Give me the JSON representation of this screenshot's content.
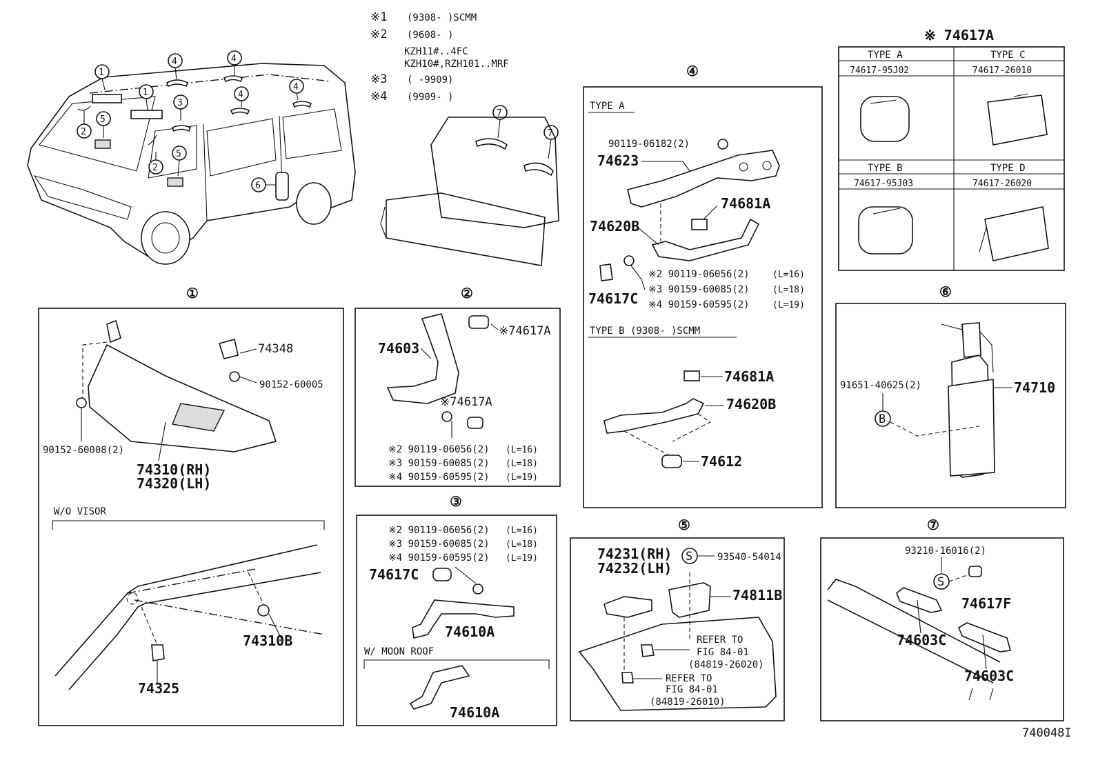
{
  "notes": {
    "n1_mark": "※1",
    "n1_text": "(9308-    )SCMM",
    "n2_mark": "※2",
    "n2_text": "(9608-    )",
    "n2_line2": "KZH11#..4FC",
    "n2_line3": "KZH10#,RZH101..MRF",
    "n3_mark": "※3",
    "n3_text": "(    -9909)",
    "n4_mark": "※4",
    "n4_text": "(9909-    )"
  },
  "overview": {
    "callouts": [
      "1",
      "1",
      "2",
      "2",
      "3",
      "4",
      "4",
      "4",
      "4",
      "5",
      "5",
      "6",
      "7",
      "7"
    ]
  },
  "section1": {
    "number": "①",
    "p74348": "74348",
    "p9015260005": "90152-60005",
    "p9015260008": "90152-60008(2)",
    "p74310": "74310(RH)",
    "p74320": "74320(LH)",
    "wo_visor": "W/O VISOR",
    "p74310B": "74310B",
    "p74325": "74325"
  },
  "section2": {
    "number": "②",
    "p74603": "74603",
    "ref_a": "※74617A",
    "ref_b": "※74617A",
    "bolt1": "※2 90119-06056(2)",
    "bolt1_len": "(L=16)",
    "bolt2": "※3 90159-60085(2)",
    "bolt2_len": "(L=18)",
    "bolt3": "※4 90159-60595(2)",
    "bolt3_len": "(L=19)"
  },
  "section3": {
    "number": "③",
    "bolt1": "※2 90119-06056(2)",
    "bolt1_len": "(L=16)",
    "bolt2": "※3 90159-60085(2)",
    "bolt2_len": "(L=18)",
    "bolt3": "※4 90159-60595(2)",
    "bolt3_len": "(L=19)",
    "p74617C": "74617C",
    "p74610A": "74610A",
    "moon_roof": "W/ MOON ROOF",
    "p74610A_2": "74610A"
  },
  "section4": {
    "number": "④",
    "type_a": "TYPE A",
    "p9011906182": "90119-06182(2)",
    "p74623": "74623",
    "p74681A": "74681A",
    "p74620B": "74620B",
    "p74617C": "74617C",
    "bolt1": "※2 90119-06056(2)",
    "bolt1_len": "(L=16)",
    "bolt2": "※3 90159-60085(2)",
    "bolt2_len": "(L=18)",
    "bolt3": "※4 90159-60595(2)",
    "bolt3_len": "(L=19)",
    "type_b": "TYPE B (9308-    )SCMM",
    "p74681A_b": "74681A",
    "p74620B_b": "74620B",
    "p74612": "74612"
  },
  "section5": {
    "number": "⑤",
    "p74231": "74231(RH)",
    "p74232": "74232(LH)",
    "s_mark": "S",
    "p9354054014": "93540-54014",
    "p74811B": "74811B",
    "refer1": "REFER TO",
    "fig1": "FIG 84-01",
    "code1": "(84819-26020)",
    "refer2": "REFER TO",
    "fig2": "FIG 84-01",
    "code2": "(84819-26010)"
  },
  "section6": {
    "number": "⑥",
    "p9165140625": "91651-40625(2)",
    "b_mark": "B",
    "p74710": "74710"
  },
  "section7": {
    "number": "⑦",
    "p9321016016": "93210-16016(2)",
    "s_mark": "S",
    "p74617F": "74617F",
    "p74603C_1": "74603C",
    "p74603C_2": "74603C"
  },
  "type_table": {
    "title": "※ 74617A",
    "type_a": "TYPE A",
    "code_a": "74617-95J02",
    "type_c": "TYPE C",
    "code_c": "74617-26010",
    "type_b": "TYPE B",
    "code_b": "74617-95J03",
    "type_d": "TYPE D",
    "code_d": "74617-26020"
  },
  "figure_id": "740048I"
}
